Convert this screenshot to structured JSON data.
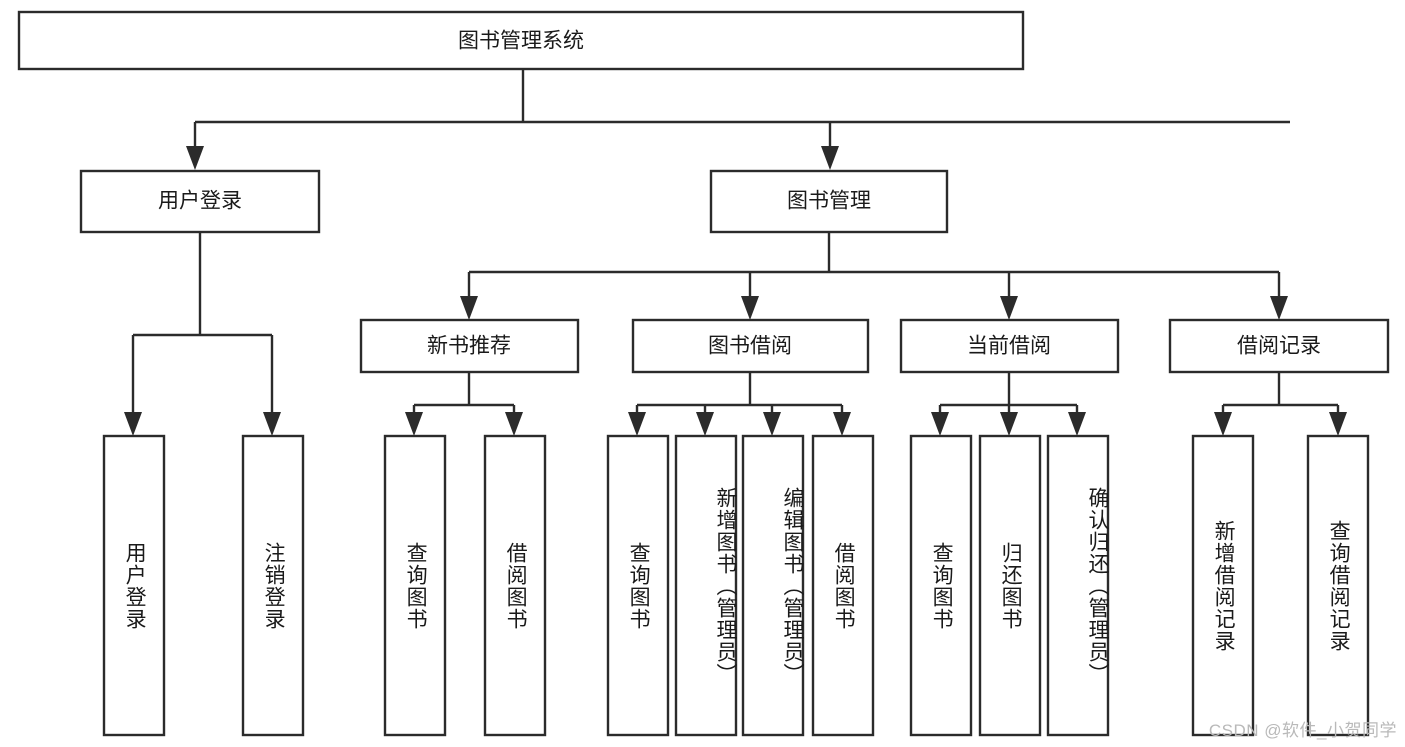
{
  "diagram": {
    "title": "图书管理系统",
    "type": "tree",
    "watermark": "CSDN @软件_小贺同学",
    "colors": {
      "stroke": "#2b2b2b",
      "fill": "#ffffff",
      "text": "#1a1a1a",
      "watermark": "#b9b9b9",
      "background": "#ffffff"
    },
    "levels": {
      "root": {
        "label": "图书管理系统"
      },
      "level2": [
        {
          "label": "用户登录"
        },
        {
          "label": "图书管理"
        }
      ],
      "level3": [
        {
          "label": "新书推荐"
        },
        {
          "label": "图书借阅"
        },
        {
          "label": "当前借阅"
        },
        {
          "label": "借阅记录"
        }
      ],
      "leaves": [
        {
          "label": "用户登录"
        },
        {
          "label": "注销登录"
        },
        {
          "label": "查询图书"
        },
        {
          "label": "借阅图书"
        },
        {
          "label": "查询图书"
        },
        {
          "label": "新增图书（管理员）"
        },
        {
          "label": "编辑图书（管理员）"
        },
        {
          "label": "借阅图书"
        },
        {
          "label": "查询图书"
        },
        {
          "label": "归还图书"
        },
        {
          "label": "确认归还（管理员）"
        },
        {
          "label": "新增借阅记录"
        },
        {
          "label": "查询借阅记录"
        }
      ]
    },
    "tree": {
      "name": "图书管理系统",
      "children": [
        {
          "name": "用户登录",
          "children": [
            {
              "name": "用户登录"
            },
            {
              "name": "注销登录"
            }
          ]
        },
        {
          "name": "图书管理",
          "children": [
            {
              "name": "新书推荐",
              "children": [
                {
                  "name": "查询图书"
                },
                {
                  "name": "借阅图书"
                }
              ]
            },
            {
              "name": "图书借阅",
              "children": [
                {
                  "name": "查询图书"
                },
                {
                  "name": "新增图书（管理员）"
                },
                {
                  "name": "编辑图书（管理员）"
                },
                {
                  "name": "借阅图书"
                }
              ]
            },
            {
              "name": "当前借阅",
              "children": [
                {
                  "name": "查询图书"
                },
                {
                  "name": "归还图书"
                },
                {
                  "name": "确认归还（管理员）"
                }
              ]
            },
            {
              "name": "借阅记录",
              "children": [
                {
                  "name": "新增借阅记录"
                },
                {
                  "name": "查询借阅记录"
                }
              ]
            }
          ]
        }
      ]
    }
  }
}
